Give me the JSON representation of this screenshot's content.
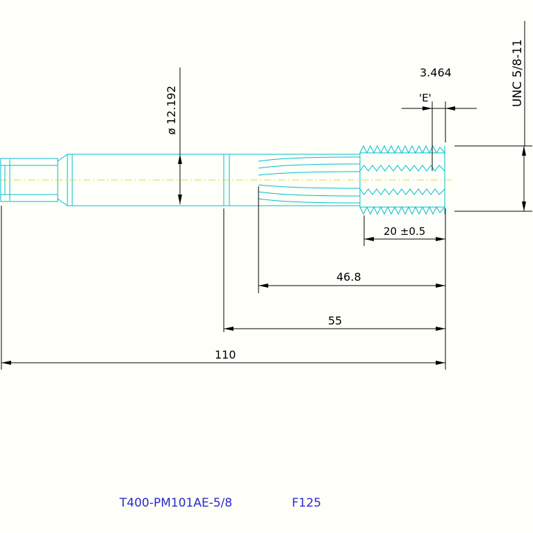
{
  "drawing": {
    "thread_spec": "UNC 5/8-11",
    "dim_pitch": "3.464",
    "dim_pitch_label": "'E'",
    "dim_diameter": "ø 12.192",
    "dim_thread_length": "20 ±0.5",
    "dim_flute_length": "46.8",
    "dim_shank_to_tip": "55",
    "dim_overall_length": "110",
    "part_number": "T400-PM101AE-5/8",
    "code": "F125"
  }
}
